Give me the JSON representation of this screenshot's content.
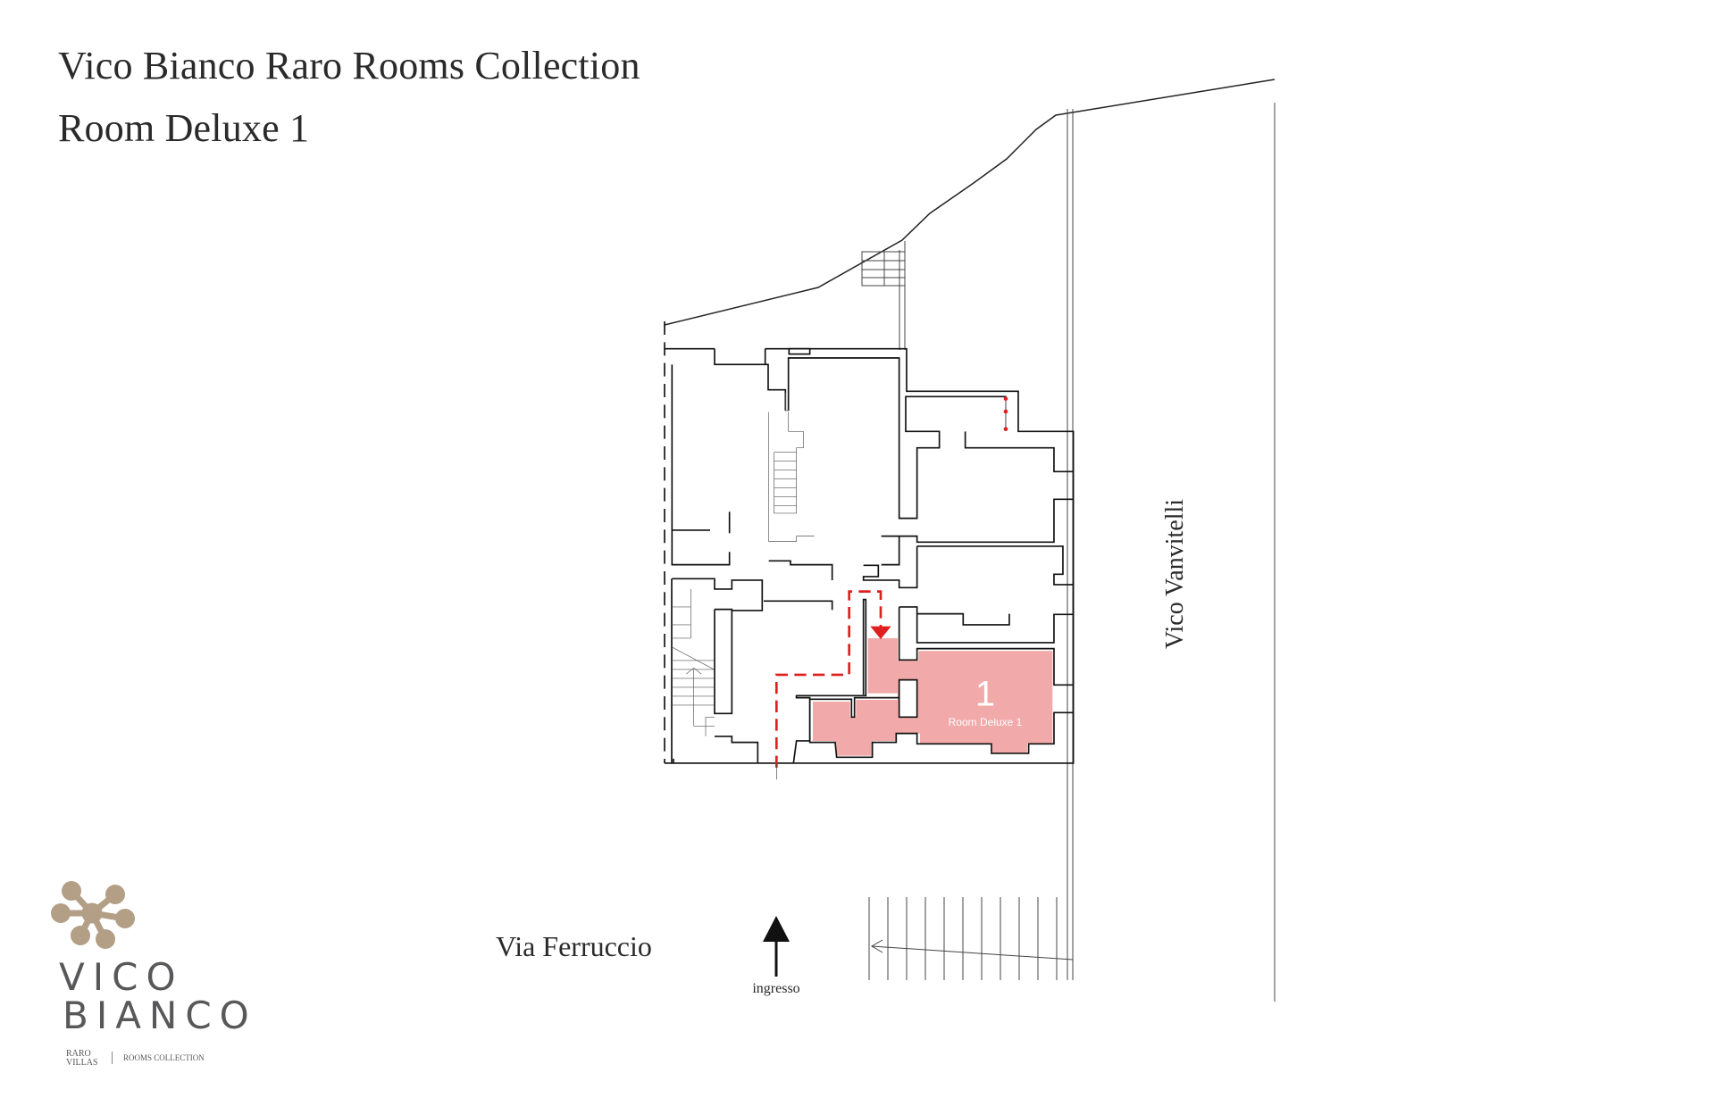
{
  "header": {
    "title": "Vico Bianco Raro Rooms Collection",
    "subtitle": "Room Deluxe 1"
  },
  "plan": {
    "room": {
      "number": "1",
      "name": "Room Deluxe 1",
      "fill_color": "#f2a9a9"
    },
    "route_color": "#e02020",
    "streets": {
      "east": "Vico Vanvitelli",
      "south": "Via Ferruccio"
    },
    "entrance_label": "ingresso"
  },
  "logo": {
    "line1": "VICO",
    "line2": "BIANCO",
    "brand": "RARO VILLAS",
    "collection": "ROOMS COLLECTION",
    "flower_color": "#b39e86",
    "text_color": "#58585a"
  }
}
